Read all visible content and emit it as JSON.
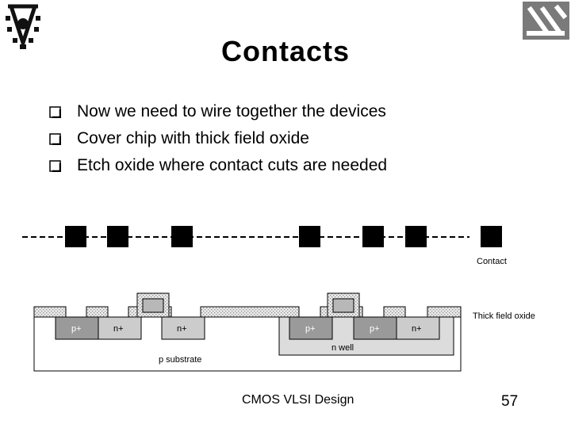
{
  "slide": {
    "title": "Contacts",
    "bullets": [
      "Now we need to wire together the devices",
      "Cover chip with thick field oxide",
      "Etch oxide where contact cuts are needed"
    ],
    "footer": "CMOS VLSI Design",
    "page_number": "57"
  },
  "diagram": {
    "legend": {
      "contact": "Contact",
      "thick_field_oxide": "Thick field oxide"
    },
    "regions": {
      "p_plus_1": "p+",
      "n_plus_1": "n+",
      "n_plus_2": "n+",
      "p_plus_2": "p+",
      "p_plus_3": "p+",
      "n_plus_3": "n+",
      "n_well": "n well",
      "p_substrate": "p substrate"
    }
  },
  "logos": {
    "left": "technion-logo-icon",
    "right": "university-logo-icon"
  }
}
